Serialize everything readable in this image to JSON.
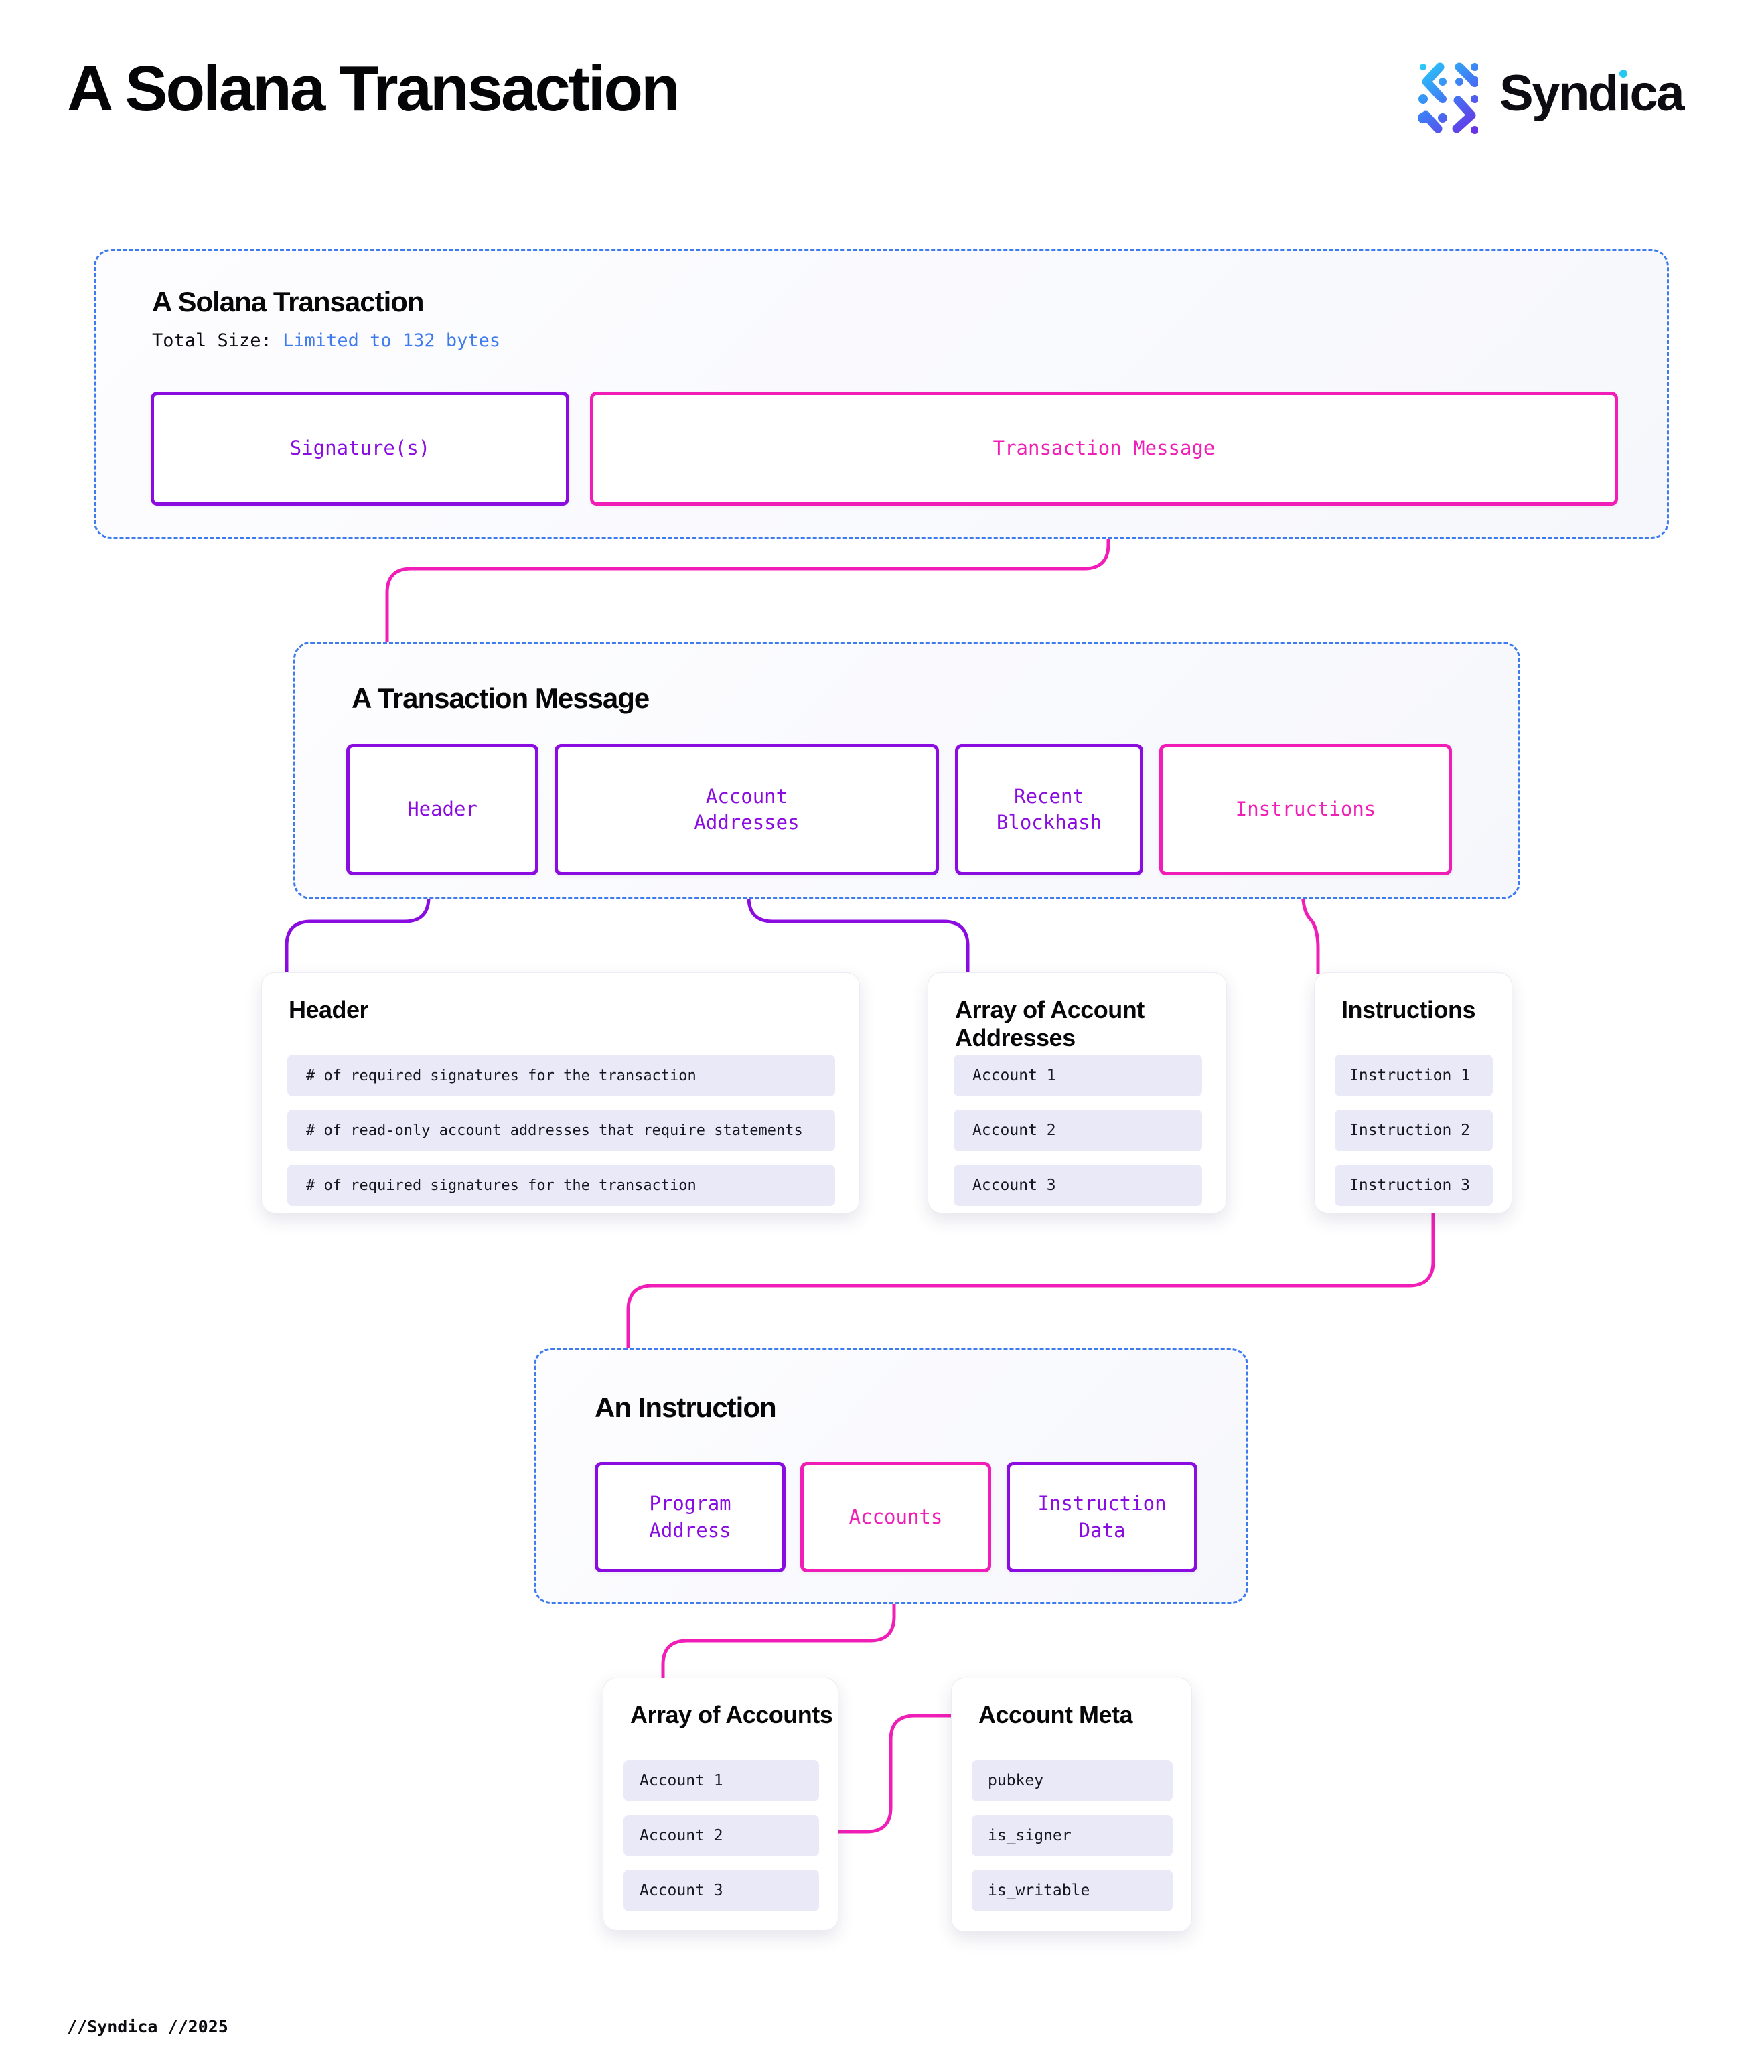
{
  "page": {
    "title": "A Solana Transaction",
    "footer": "//Syndica //2025"
  },
  "brand": {
    "name": "Syndica",
    "logo_mark": "syndica-dots-mark",
    "text_pre": "Synd",
    "text_i": "ı",
    "text_post": "ca"
  },
  "colors": {
    "dashed_border_blue": "#3d7bee",
    "accent_blue_text": "#3e7bef",
    "accent_purple": "#8a0ce0",
    "accent_pink": "#f01eb6",
    "chip_background": "#e9e9f8"
  },
  "panels": {
    "transaction": {
      "title": "A Solana Transaction",
      "total_size_label": "Total Size:",
      "total_size_value": "Limited to 132 bytes",
      "boxes": [
        {
          "label": "Signature(s)",
          "color": "purple"
        },
        {
          "label": "Transaction Message",
          "color": "pink"
        }
      ]
    },
    "message": {
      "title": "A Transaction Message",
      "boxes": [
        {
          "label": "Header",
          "color": "purple"
        },
        {
          "label": "Account\nAddresses",
          "color": "purple"
        },
        {
          "label": "Recent\nBlockhash",
          "color": "purple"
        },
        {
          "label": "Instructions",
          "color": "pink"
        }
      ]
    },
    "instruction": {
      "title": "An Instruction",
      "boxes": [
        {
          "label": "Program\nAddress",
          "color": "purple"
        },
        {
          "label": "Accounts",
          "color": "pink"
        },
        {
          "label": "Instruction\nData",
          "color": "purple"
        }
      ]
    }
  },
  "cards": {
    "header": {
      "title": "Header",
      "rows": [
        "# of required signatures for the transaction",
        "# of read-only account addresses that require statements",
        "# of required signatures for the transaction"
      ]
    },
    "account_addresses": {
      "title": "Array of Account Addresses",
      "rows": [
        "Account 1",
        "Account 2",
        "Account 3"
      ]
    },
    "instructions": {
      "title": "Instructions",
      "rows": [
        "Instruction 1",
        "Instruction 2",
        "Instruction 3"
      ]
    },
    "accounts": {
      "title": "Array of Accounts",
      "rows": [
        "Account 1",
        "Account 2",
        "Account 3"
      ]
    },
    "account_meta": {
      "title": "Account Meta",
      "rows": [
        "pubkey",
        "is_signer",
        "is_writable"
      ]
    }
  }
}
